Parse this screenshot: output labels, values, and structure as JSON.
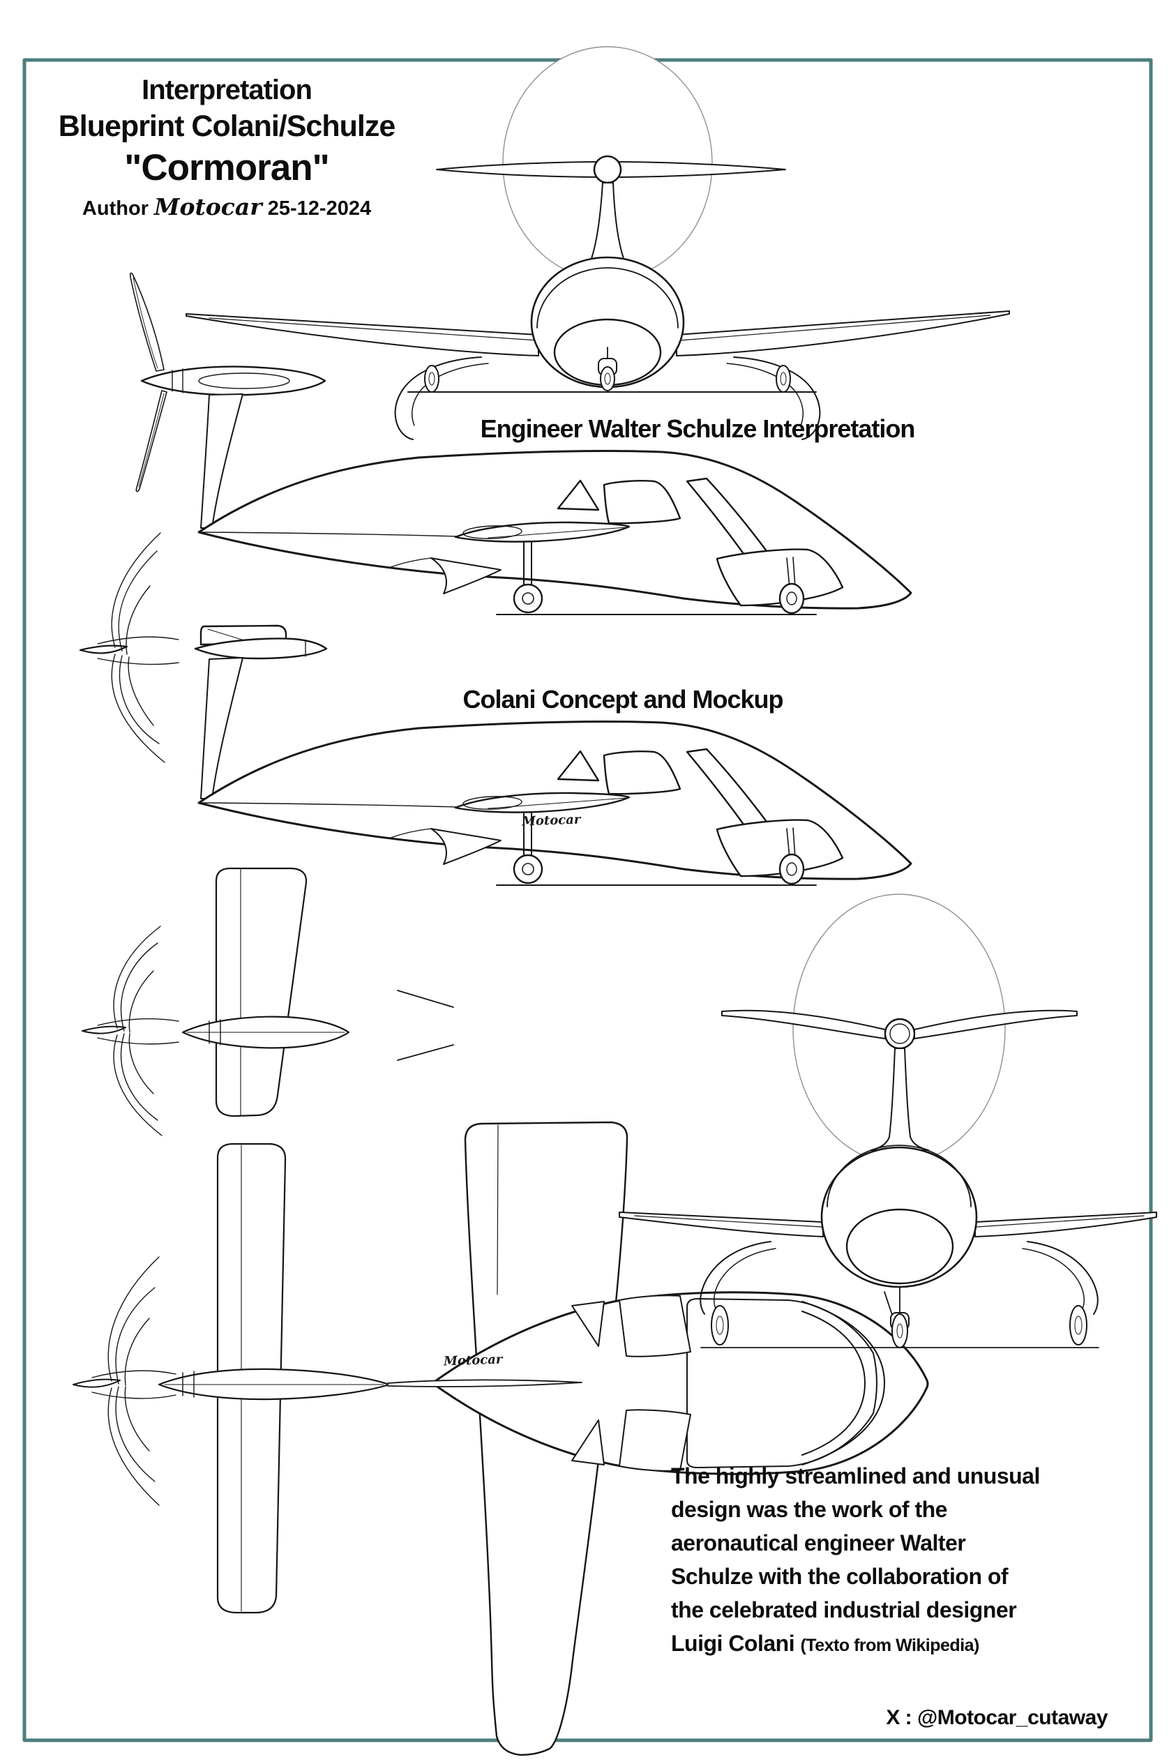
{
  "colors": {
    "frame": "#4e7d7d",
    "ink": "#161616",
    "thin_line": "#8f8f8f",
    "background": "#ffffff"
  },
  "title": {
    "line1": "Interpretation",
    "line2": "Blueprint Colani/Schulze",
    "line3": "\"Cormoran\"",
    "author_prefix": "Author",
    "author_name": "Motocar",
    "author_date": "25-12-2024"
  },
  "section_labels": {
    "schulze": "Engineer Walter Schulze Interpretation",
    "colani": "Colani Concept and Mockup"
  },
  "paragraph": {
    "lines": [
      "The highly streamlined and unusual",
      "design was the work of the",
      "aeronautical engineer Walter",
      "Schulze with the collaboration of",
      "the celebrated industrial designer"
    ],
    "last_line_name": "Luigi Colani",
    "last_line_note": "(Texto from Wikipedia)"
  },
  "signatures": {
    "side_view": "Motocar",
    "plan_view": "Motocar"
  },
  "footer": {
    "handle": "X : @Motocar_cutaway"
  },
  "views": [
    "front-view",
    "schulze-side-view",
    "colani-side-view",
    "tail-top-view",
    "top-plan-view",
    "rear-view"
  ]
}
